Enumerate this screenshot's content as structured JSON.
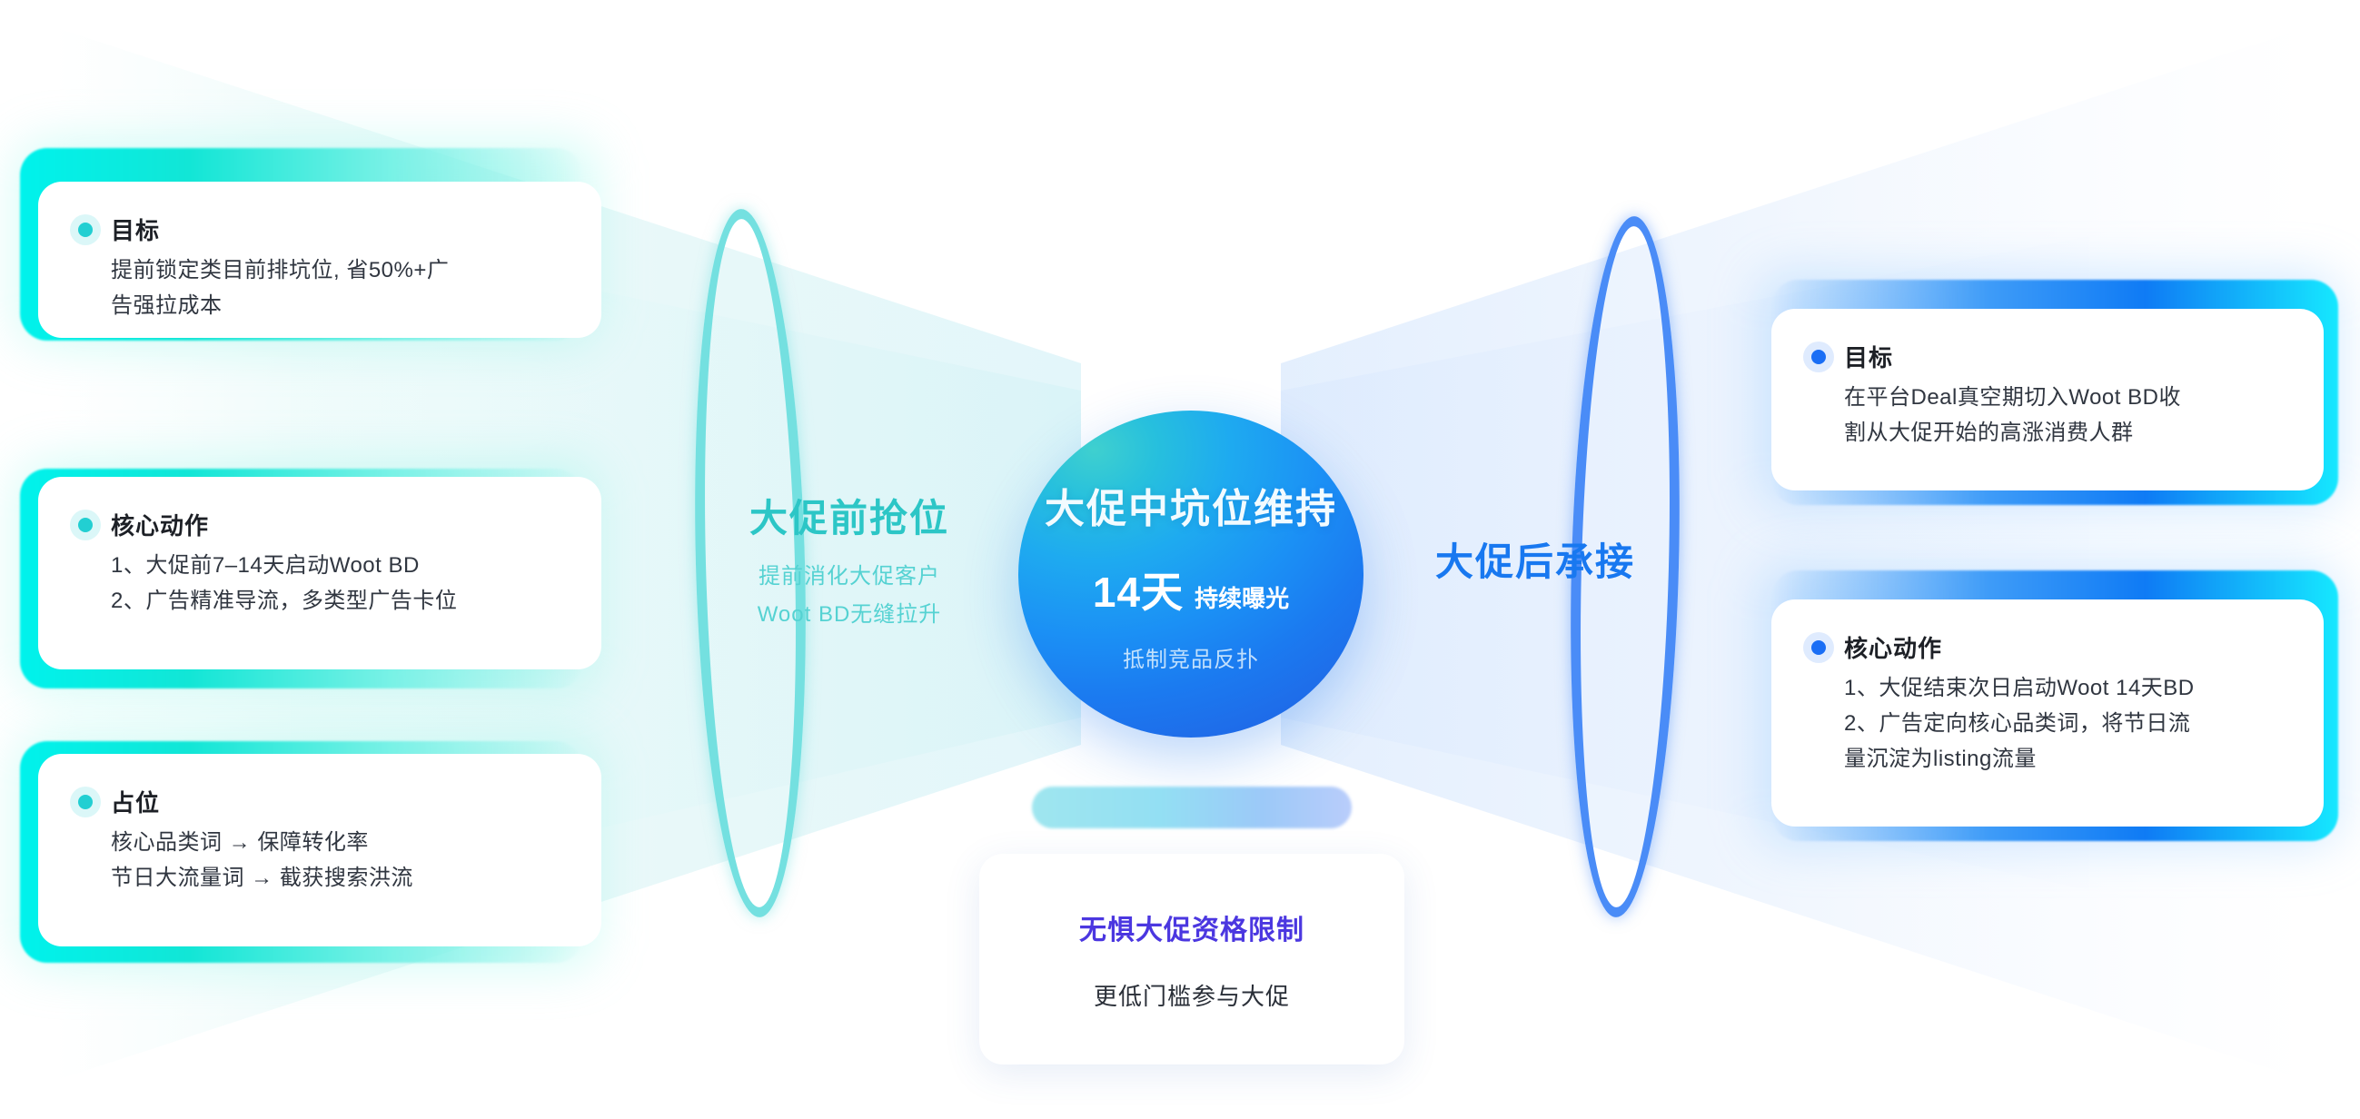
{
  "colors": {
    "teal": "#22cfd2",
    "blue": "#1a6ef5",
    "purple": "#4b37e0",
    "sphere_start": "#3fd0cf",
    "sphere_end": "#1f6ae8",
    "card_bg": "#ffffff",
    "page_bg": "#ffffff"
  },
  "left_stage": {
    "title": "大促前抢位",
    "sub_line_1": "提前消化大促客户",
    "sub_line_2": "Woot BD无缝拉升",
    "cards": [
      {
        "bullet": "teal-bullet-icon",
        "title": "目标",
        "lines": [
          "提前锁定类目前排坑位, 省50%+广",
          "告强拉成本"
        ]
      },
      {
        "bullet": "teal-bullet-icon",
        "title": "核心动作",
        "lines": [
          "1、大促前7–14天启动Woot BD",
          "2、广告精准导流，多类型广告卡位"
        ]
      },
      {
        "bullet": "teal-bullet-icon",
        "title": "占位",
        "lines": [
          "核心品类词 → 保障转化率",
          "节日大流量词 → 截获搜索洪流"
        ]
      }
    ]
  },
  "center": {
    "sphere_title": "大促中坑位维持",
    "sphere_number": "14天",
    "sphere_number_label": "持续曝光",
    "sphere_sub": "抵制竞品反扑"
  },
  "right_stage": {
    "title": "大促后承接",
    "cards": [
      {
        "bullet": "blue-bullet-icon",
        "title": "目标",
        "lines": [
          "在平台Deal真空期切入Woot BD收",
          "割从大促开始的高涨消费人群"
        ]
      },
      {
        "bullet": "blue-bullet-icon",
        "title": "核心动作",
        "lines": [
          "1、大促结束次日启动Woot 14天BD",
          "2、广告定向核心品类词，将节日流",
          "量沉淀为listing流量"
        ]
      }
    ]
  },
  "bottom_card": {
    "title": "无惧大促资格限制",
    "subtitle": "更低门槛参与大促"
  }
}
